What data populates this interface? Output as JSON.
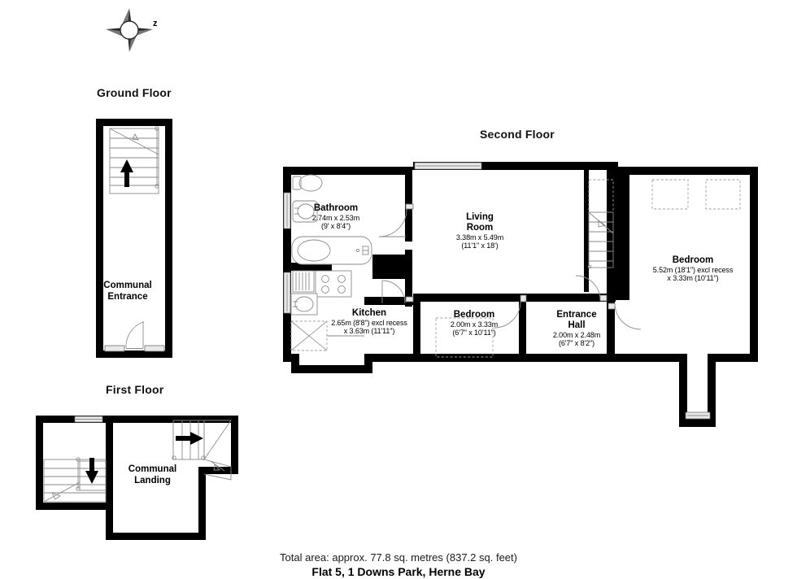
{
  "compass": {
    "label": "z",
    "icon": "compass-rose-icon"
  },
  "floors": [
    {
      "id": "ground",
      "title": "Ground Floor",
      "areas": [
        {
          "name": "Communal\nEntrance",
          "line1": "Communal",
          "line2": "Entrance"
        }
      ]
    },
    {
      "id": "first",
      "title": "First Floor",
      "areas": [
        {
          "name": "Communal\nLanding",
          "line1": "Communal",
          "line2": "Landing"
        }
      ]
    },
    {
      "id": "second",
      "title": "Second Floor",
      "rooms": [
        {
          "name": "Bathroom",
          "name_line1": "Bathroom",
          "name_line2": "",
          "dim_metric": "2.74m x 2.53m",
          "dim_imperial": "(9' x 8'4\")"
        },
        {
          "name": "Living Room",
          "name_line1": "Living",
          "name_line2": "Room",
          "dim_metric": "3.38m x 5.49m",
          "dim_imperial": "(11'1\" x 18')"
        },
        {
          "name": "Kitchen",
          "name_line1": "Kitchen",
          "name_line2": "",
          "dim_metric": "2.65m (8'8\") excl recess",
          "dim_imperial": "x 3.63m (11'11\")"
        },
        {
          "name": "Bedroom",
          "name_line1": "Bedroom",
          "name_line2": "",
          "dim_metric": "2.00m x 3.33m",
          "dim_imperial": "(6'7\" x 10'11\")"
        },
        {
          "name": "Entrance Hall",
          "name_line1": "Entrance",
          "name_line2": "Hall",
          "dim_metric": "2.00m x 2.48m",
          "dim_imperial": "(6'7\" x 8'2\")"
        },
        {
          "name": "Bedroom",
          "name_line1": "Bedroom",
          "name_line2": "",
          "dim_metric": "5.52m (18'1\") excl recess",
          "dim_imperial": "x 3.33m (10'11\")"
        }
      ]
    }
  ],
  "footer": {
    "total_area": "Total area: approx. 77.8 sq. metres (837.2 sq. feet)",
    "address": "Flat 5, 1 Downs Park, Herne Bay"
  },
  "colors": {
    "wall": "#000000",
    "background": "#ffffff",
    "detail": "#8a8a8a",
    "window": "#e9e9e9"
  }
}
